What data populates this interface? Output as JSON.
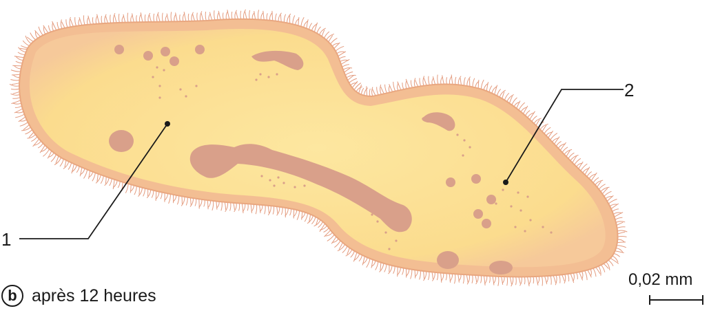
{
  "labels": {
    "one": "1",
    "two": "2"
  },
  "scale": {
    "text": "0,02 mm"
  },
  "caption": {
    "letter": "b",
    "text": "après 12 heures"
  },
  "colors": {
    "cytoplasm": "#fce39a",
    "cell_edge": "#f2b98e",
    "cilia": "#e39a7d",
    "nucleus": "#d9a08a",
    "line": "#1a1a1a"
  }
}
